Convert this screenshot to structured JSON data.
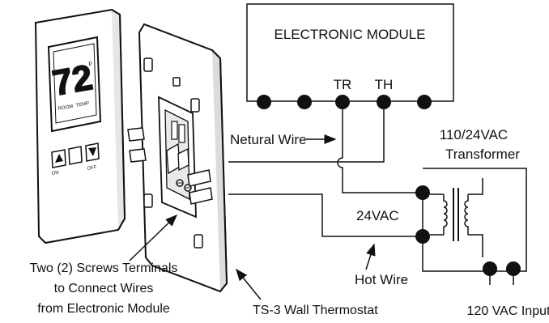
{
  "thermostat_display": {
    "digits": "72",
    "unit": "F",
    "caption_left": "ROOM",
    "caption_right": "TEMP",
    "button_left_label": "ON",
    "button_right_label": "OFF"
  },
  "labels": {
    "electronic_module": "ELECTRONIC MODULE",
    "terminal_tr": "TR",
    "terminal_th": "TH",
    "neutral_wire": "Netural Wire",
    "transformer_line1": "110/24VAC",
    "transformer_line2": "Transformer",
    "voltage_24vac": "24VAC",
    "hot_wire": "Hot Wire",
    "input_120vac": "120 VAC Input",
    "thermostat_name": "TS-3 Wall Thermostat",
    "screws_line1": "Two (2) Screws Terminals",
    "screws_line2": "to Connect Wires",
    "screws_line3": "from Electronic Module"
  },
  "colors": {
    "line": "#111111",
    "terminal": "#111111",
    "background": "#ffffff"
  }
}
